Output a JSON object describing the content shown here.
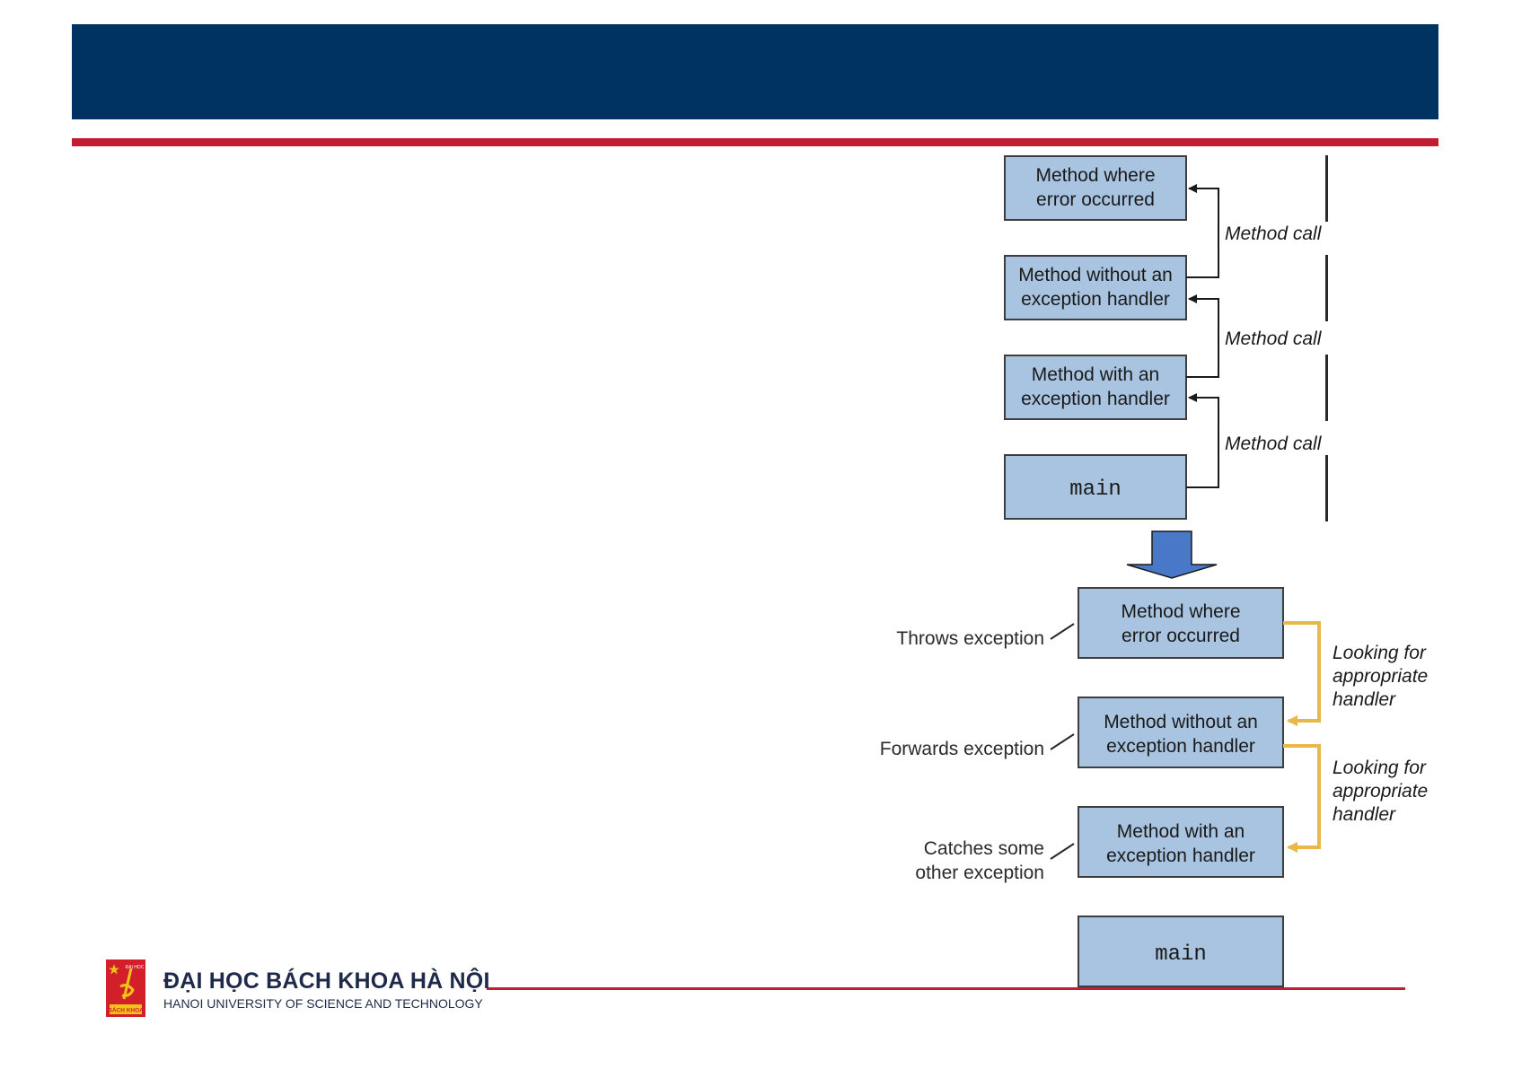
{
  "footer": {
    "logo_text_top": "ĐẠI HỌC",
    "logo_text_bottom": "BÁCH KHOA",
    "university_name_vi": "ĐẠI HỌC BÁCH KHOA HÀ NỘI",
    "university_name_en": "HANOI UNIVERSITY OF SCIENCE AND TECHNOLOGY"
  },
  "colors": {
    "header": "#003262",
    "accent_red": "#c31d34",
    "box_fill": "#a8c4e0",
    "search_arrow": "#e8b84a",
    "down_arrow": "#4a78c8"
  },
  "call_stack": {
    "boxes": [
      {
        "line1": "Method where",
        "line2": "error occurred"
      },
      {
        "line1": "Method without an",
        "line2": "exception handler"
      },
      {
        "line1": "Method with an",
        "line2": "exception handler"
      },
      {
        "line1": "main",
        "line2": ""
      }
    ],
    "call_labels": [
      "Method call",
      "Method call",
      "Method call"
    ]
  },
  "exception_flow": {
    "boxes": [
      {
        "line1": "Method where",
        "line2": "error occurred"
      },
      {
        "line1": "Method without an",
        "line2": "exception handler"
      },
      {
        "line1": "Method with an",
        "line2": "exception handler"
      },
      {
        "line1": "main",
        "line2": ""
      }
    ],
    "side_labels": [
      {
        "line1": "Throws exception",
        "line2": ""
      },
      {
        "line1": "Forwards exception",
        "line2": ""
      },
      {
        "line1": "Catches some",
        "line2": "other exception"
      }
    ],
    "search_labels": [
      {
        "line1": "Looking for",
        "line2": "appropriate",
        "line3": "handler"
      },
      {
        "line1": "Looking for",
        "line2": "appropriate",
        "line3": "handler"
      }
    ]
  }
}
